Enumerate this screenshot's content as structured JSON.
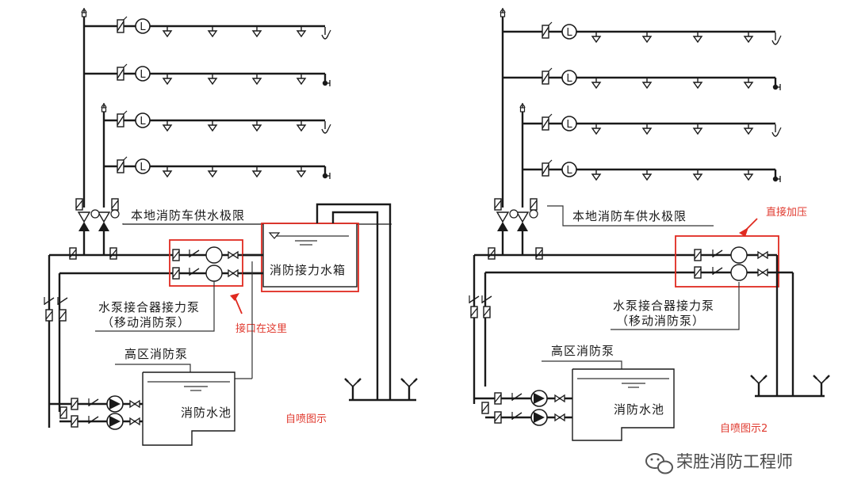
{
  "labels": {
    "local_limit": "本地消防车供水极限",
    "pump_connector": "水泵接合器接力泵",
    "mobile_pump": "（移动消防泵）",
    "high_zone_pump": "高区消防泵",
    "relay_tank": "消防接力水箱",
    "fire_pool": "消防水池",
    "connect_here": "接口在这里",
    "direct_pressure": "直接加压",
    "caption_left": "自喷图示",
    "caption_right": "自喷图示2",
    "watermark": "荣胜消防工程师"
  },
  "colors": {
    "line": "#1a1a1a",
    "annotation": "#e02a20"
  },
  "icons": [
    "flow-indicator-icon",
    "sprinkler-head-icon",
    "pump-icon",
    "gate-valve-icon",
    "check-valve-icon",
    "wechat-icon"
  ]
}
